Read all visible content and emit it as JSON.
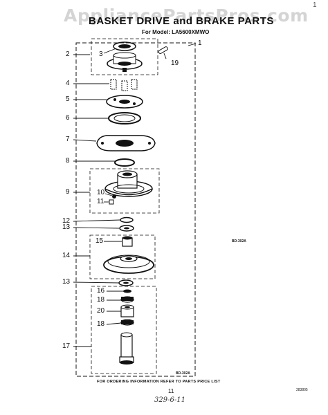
{
  "watermark": "AppliancePartsPros.com",
  "title": "BASKET DRIVE and BRAKE PARTS",
  "subtitle": "For Model: LA5600XMWO",
  "corner_mark": "1",
  "callouts": {
    "c1": "1",
    "c2": "2",
    "c3": "3",
    "c4": "4",
    "c5": "5",
    "c6": "6",
    "c7": "7",
    "c8": "8",
    "c9": "9",
    "c10": "10",
    "c11": "11",
    "c12": "12",
    "c13a": "13",
    "c13b": "13",
    "c14": "14",
    "c15": "15",
    "c16": "16",
    "c17": "17",
    "c18a": "18",
    "c18b": "18",
    "c19": "19",
    "c20": "20"
  },
  "code_mid": "BD-302A",
  "code_bottom": "BD-302A",
  "footer": "FOR ORDERING INFORMATION REFER TO PARTS PRICE LIST",
  "page_number": "11",
  "handwritten": "329-6-11",
  "ref_code": "283805"
}
